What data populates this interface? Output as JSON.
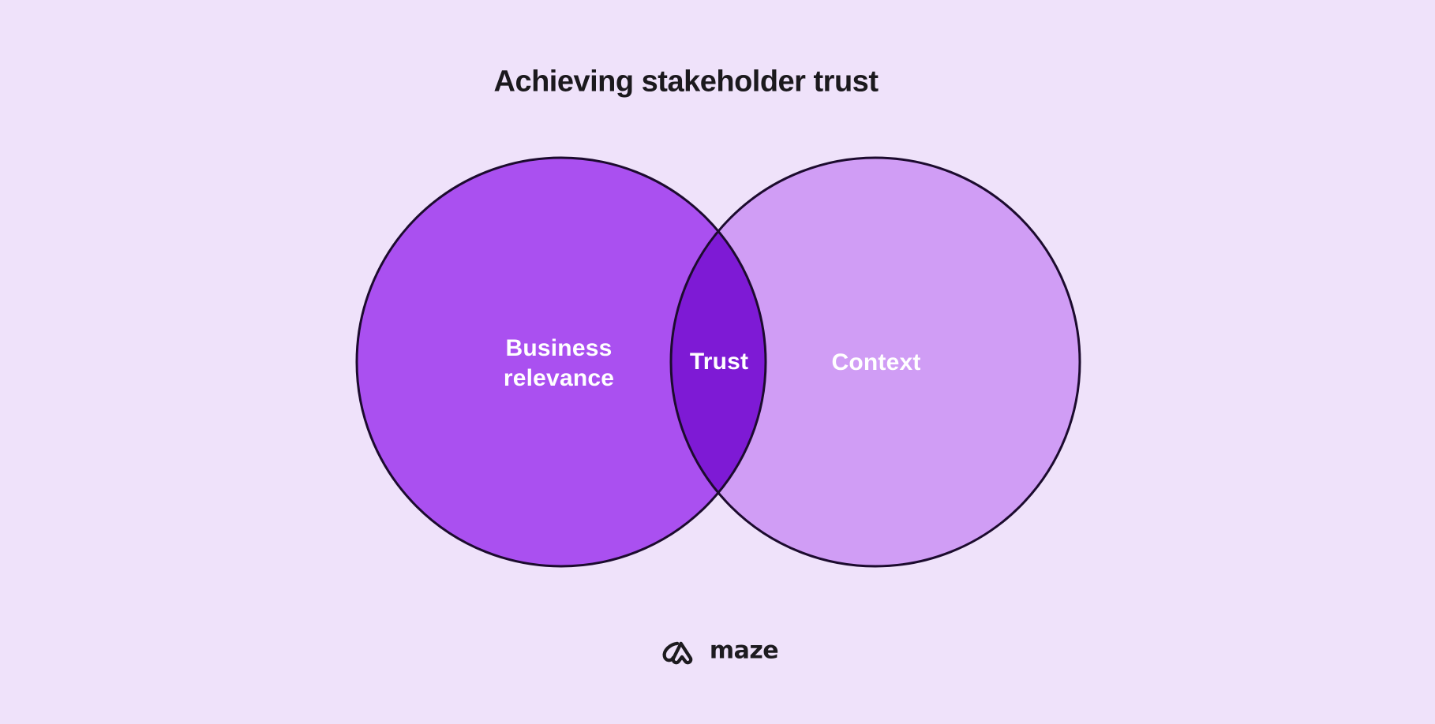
{
  "title": {
    "text": "Achieving stakeholder trust",
    "color": "#1b191d"
  },
  "diagram": {
    "type": "venn",
    "sets": [
      {
        "id": "left",
        "label": "Business relevance",
        "fill": "#aa50f0"
      },
      {
        "id": "right",
        "label": "Context",
        "fill": "#d09df5"
      }
    ],
    "intersection": {
      "label": "Trust",
      "fill": "#7e1ad5"
    },
    "outline_color": "#1c0b2e",
    "label_color": "#ffffff",
    "background_color": "#efe2fa"
  },
  "venn": {
    "left": {
      "label": "Business relevance",
      "fill": "#aa50f0"
    },
    "right": {
      "label": "Context",
      "fill": "#d09df5"
    },
    "intersection": {
      "label": "Trust",
      "fill": "#7e1ad5"
    },
    "outline_color": "#1c0b2e"
  },
  "logo": {
    "wordmark": "maze",
    "icon": "maze-logo-icon",
    "color": "#1d1b1f"
  }
}
